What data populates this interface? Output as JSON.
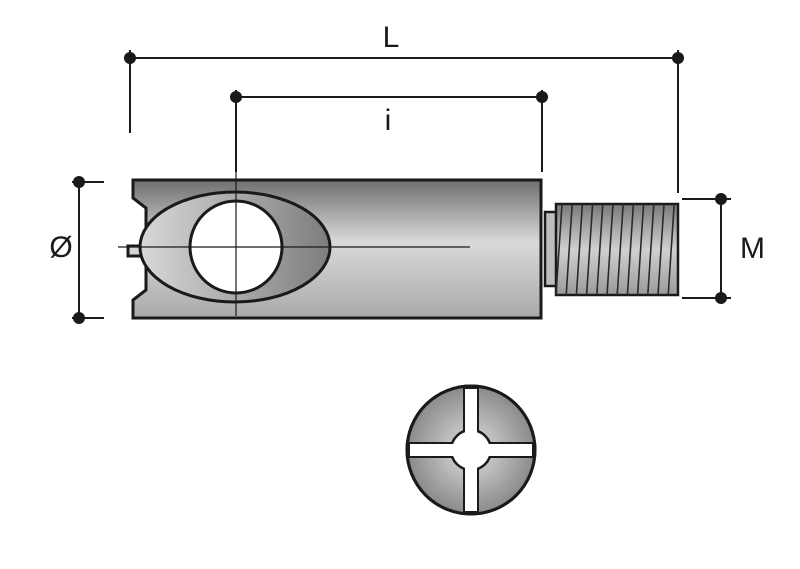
{
  "labels": {
    "length": "L",
    "insert_length": "i",
    "diameter": "Ø",
    "thread": "M"
  }
}
